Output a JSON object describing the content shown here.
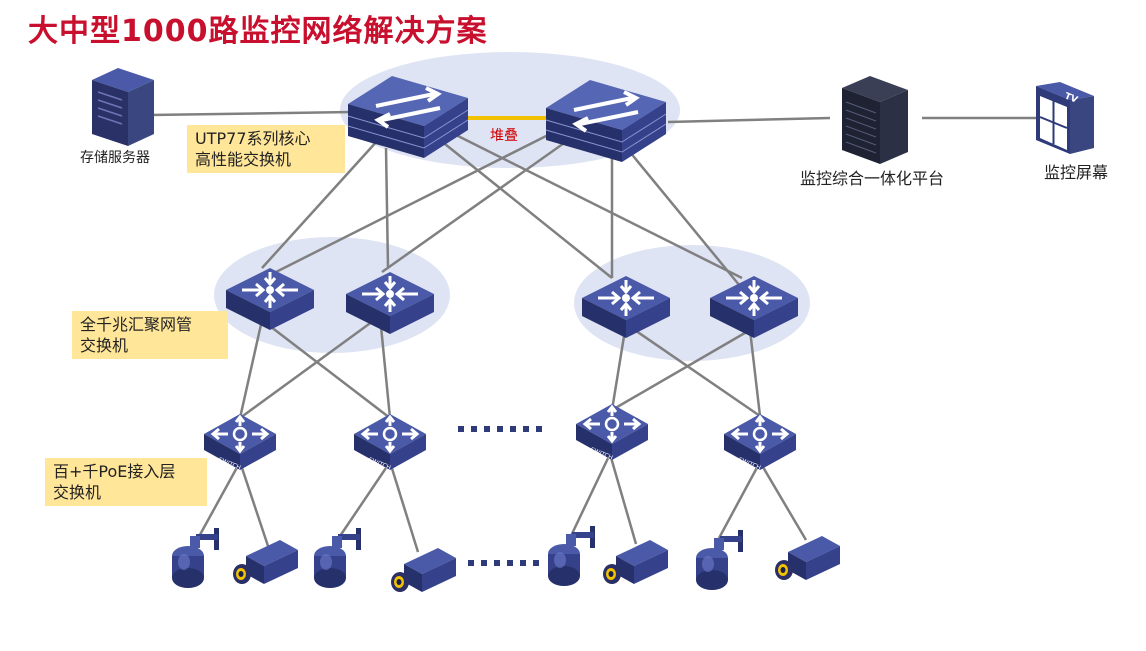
{
  "title": "大中型1000路监控网络解决方案",
  "labels": {
    "storage": "存储服务器",
    "platform": "监控综合一体化平台",
    "screen": "监控屏幕",
    "stacking": "堆叠",
    "tv": "TV",
    "switch_text": "SWITCH"
  },
  "callouts": {
    "core_line1": "UTP77系列核心",
    "core_line2": "高性能交换机",
    "agg_line1": "全千兆汇聚网管",
    "agg_line2": "交换机",
    "access_line1": "百+千PoE接入层",
    "access_line2": "交换机"
  },
  "colors": {
    "title": "#c8102e",
    "callout_bg": "#ffe699",
    "device_dark": "#2e3a7a",
    "device_top": "#4a5aa8",
    "ellipse": "#dfe4f4",
    "link": "#808080",
    "stack_link": "#f2c200",
    "stack_text": "#d00000"
  }
}
